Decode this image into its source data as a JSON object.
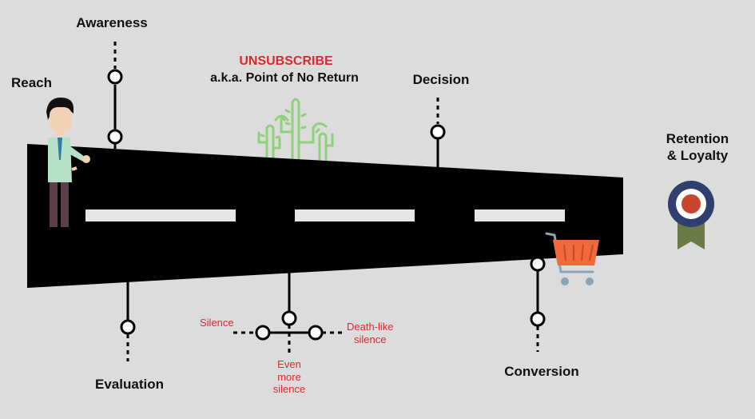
{
  "stages": {
    "awareness": "Awareness",
    "reach": "Reach",
    "evaluation": "Evaluation",
    "decision": "Decision",
    "conversion": "Conversion",
    "retention_line1": "Retention",
    "retention_line2": "& Loyalty"
  },
  "unsubscribe": {
    "title": "UNSUBSCRIBE",
    "subtitle": "a.k.a. Point of No Return"
  },
  "silence": {
    "silence": "Silence",
    "even_more_line1": "Even",
    "even_more_line2": "more",
    "even_more_line3": "silence",
    "death_like_line1": "Death-like",
    "death_like_line2": "silence"
  },
  "colors": {
    "background": "#dcdcdc",
    "road": "#000000",
    "lane": "#e6e6e6",
    "accent_red": "#e0262e",
    "cactus": "#8fd07a",
    "cart": "#f26a3c",
    "badge_ring": "#2f3f6e",
    "badge_center": "#c8462c",
    "ribbon": "#6b7b45"
  },
  "icons": [
    "person-icon",
    "cactus-icon",
    "shopping-cart-icon",
    "award-badge-icon"
  ]
}
